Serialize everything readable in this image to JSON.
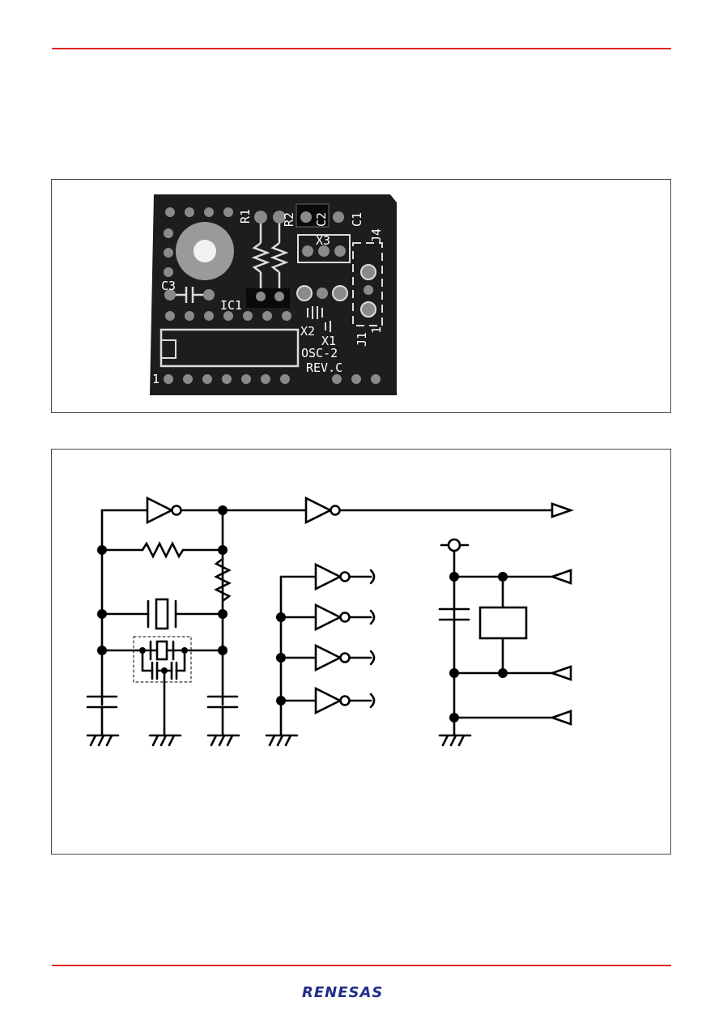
{
  "brand": {
    "logo_text": "RENESAS",
    "accent": "#e32428"
  },
  "board": {
    "labels": [
      "R1",
      "R2",
      "C2",
      "C1",
      "X3",
      "J4",
      "C3",
      "IC1",
      "X2",
      "X1",
      "J1",
      "1",
      "1",
      "OSC-2",
      "REV.C"
    ]
  }
}
